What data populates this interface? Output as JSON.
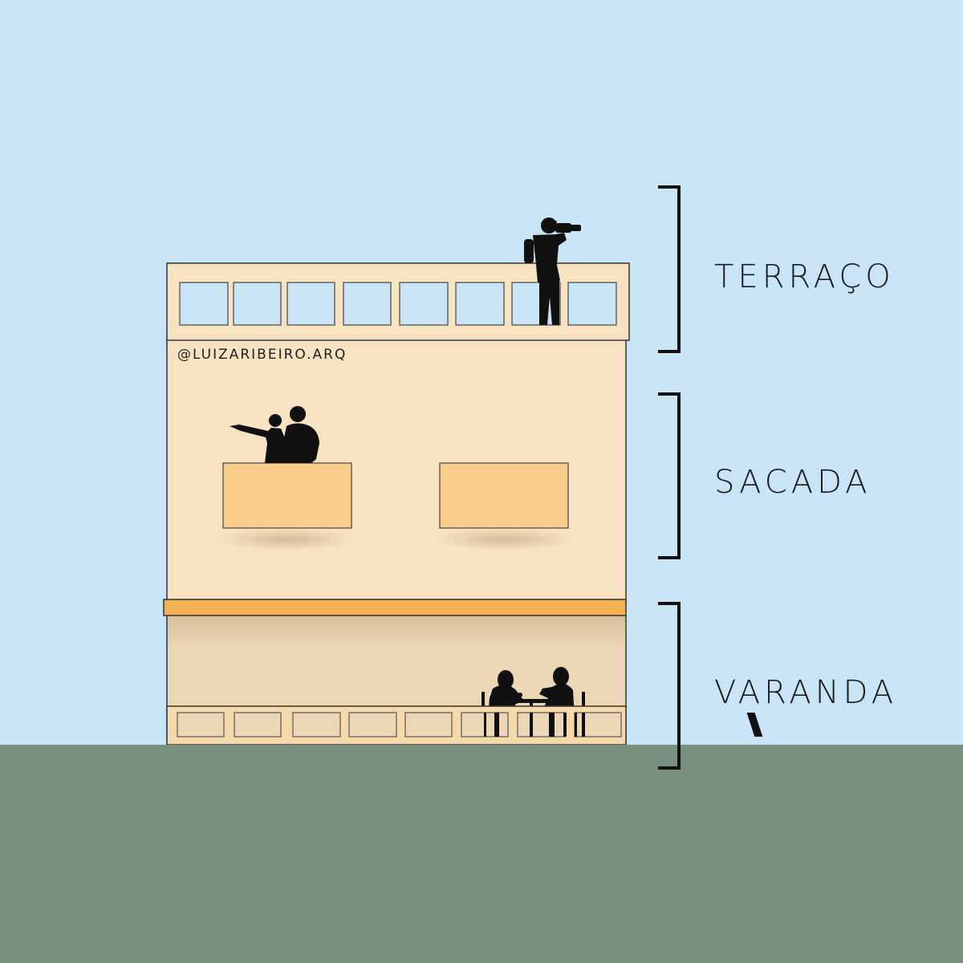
{
  "labels": {
    "terraco": "TERRAÇO",
    "sacada": "SACADA",
    "varanda": "VARANDA"
  },
  "credit": "@LUIZARIBEIRO.ARQ",
  "colors": {
    "sky": "#c8e4f5",
    "ground": "#778f7e",
    "facade": "#f7e2c2",
    "varanda_wall": "#ebd6b5",
    "balcony": "#fbcd8b",
    "slab": "#f5b253",
    "parapet": "#f6d9ab",
    "silhouette": "#111111",
    "bracket": "#111111"
  }
}
